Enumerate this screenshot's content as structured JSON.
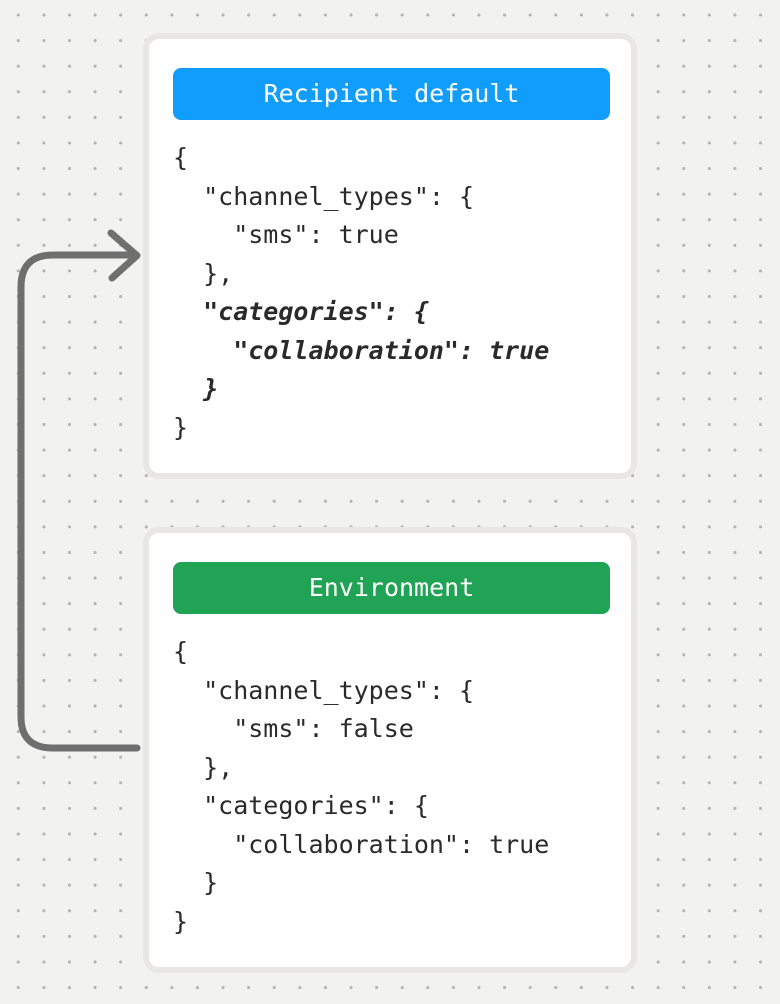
{
  "background": {
    "color": "#f2f2f0",
    "dot_color": "#b6b4b1"
  },
  "arrow": {
    "description": "environment-to-recipient-default-merge-arrow",
    "color": "#6f6f6f"
  },
  "cards": [
    {
      "title": "Recipient default",
      "header_color": "#119dfc",
      "header_text_color": "#ffffff",
      "code": [
        {
          "text": "{",
          "emphasized": false
        },
        {
          "text": "  \"channel_types\": {",
          "emphasized": false
        },
        {
          "text": "    \"sms\": true",
          "emphasized": false
        },
        {
          "text": "  },",
          "emphasized": false
        },
        {
          "text": "  \"categories\": {",
          "emphasized": true
        },
        {
          "text": "    \"collaboration\": true",
          "emphasized": true
        },
        {
          "text": "  }",
          "emphasized": true
        },
        {
          "text": "}",
          "emphasized": false
        }
      ]
    },
    {
      "title": "Environment",
      "header_color": "#21a356",
      "header_text_color": "#ffffff",
      "code": [
        {
          "text": "{",
          "emphasized": false
        },
        {
          "text": "  \"channel_types\": {",
          "emphasized": false
        },
        {
          "text": "    \"sms\": false",
          "emphasized": false
        },
        {
          "text": "  },",
          "emphasized": false
        },
        {
          "text": "  \"categories\": {",
          "emphasized": false
        },
        {
          "text": "    \"collaboration\": true",
          "emphasized": false
        },
        {
          "text": "  }",
          "emphasized": false
        },
        {
          "text": "}",
          "emphasized": false
        }
      ]
    }
  ]
}
